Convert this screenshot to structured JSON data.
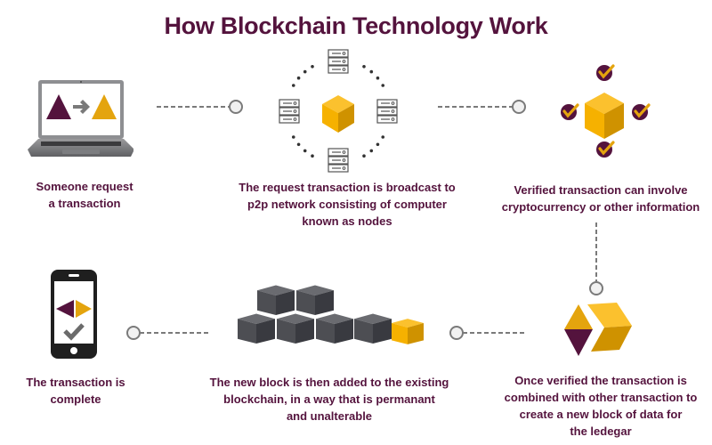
{
  "title": "How Blockchain Technology Work",
  "colors": {
    "purple": "#54133d",
    "gold": "#e4a40e",
    "cube_top": "#fbc12e",
    "cube_left": "#f6b100",
    "cube_right": "#cf9200",
    "gray_cube_top": "#6a6b70",
    "gray_cube_left": "#4d4e53",
    "gray_cube_right": "#393a40",
    "connector": "#7a7a7a"
  },
  "steps": [
    {
      "id": "request",
      "icon": "laptop-transaction-icon",
      "caption": [
        "Someone request",
        "a transaction"
      ]
    },
    {
      "id": "broadcast",
      "icon": "p2p-network-icon",
      "caption": [
        "The request transaction is broadcast to",
        "p2p network consisting  of computer",
        "known as nodes"
      ]
    },
    {
      "id": "verified",
      "icon": "verified-block-icon",
      "caption": [
        "Verified transaction can involve",
        "cryptocurrency  or other information"
      ]
    },
    {
      "id": "combined",
      "icon": "new-block-icon",
      "caption": [
        "Once verified the transaction is",
        "combined with other transaction to",
        "create a new block of data for",
        "the ledegar"
      ]
    },
    {
      "id": "added",
      "icon": "blockchain-icon",
      "caption": [
        "The new block is then added to the existing",
        "blockchain, in a way that is permanant",
        "and unalterable"
      ]
    },
    {
      "id": "complete",
      "icon": "phone-complete-icon",
      "caption": [
        "The transaction is",
        "complete"
      ]
    }
  ]
}
